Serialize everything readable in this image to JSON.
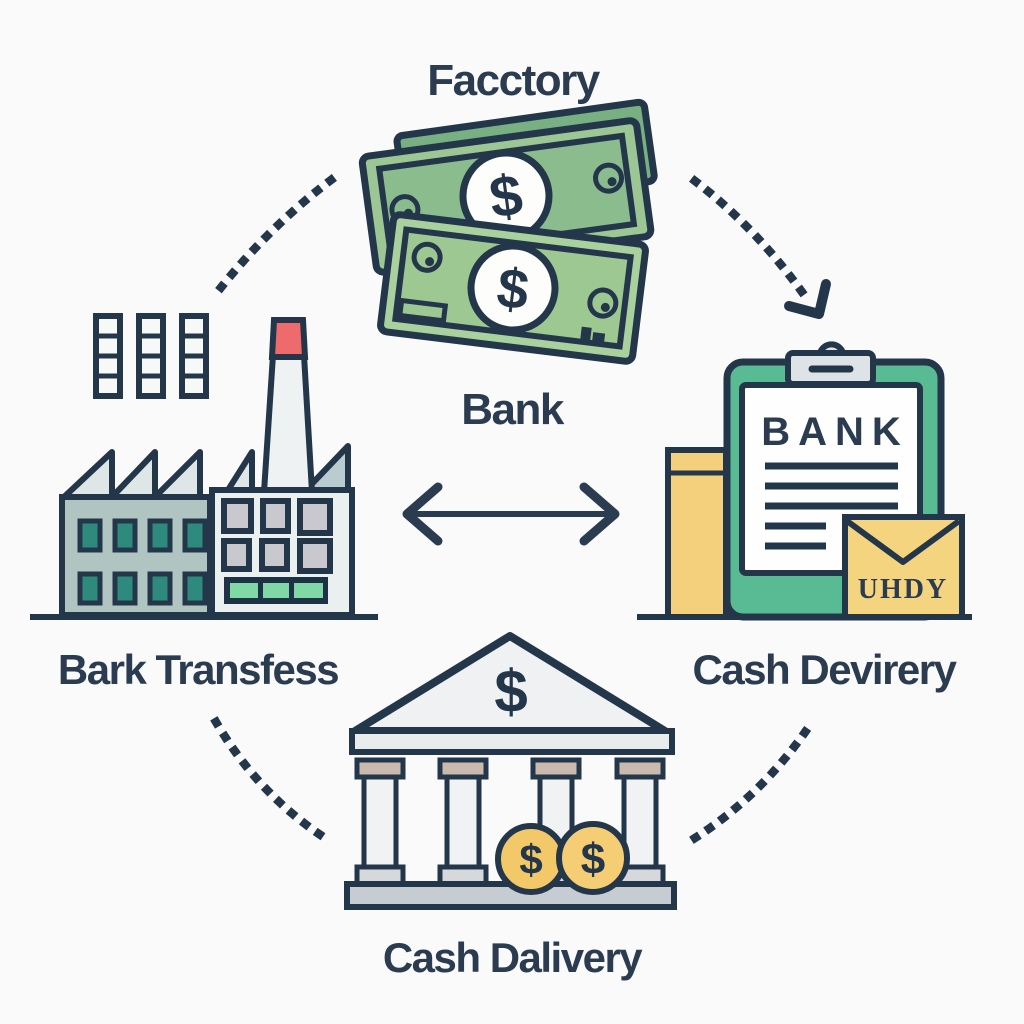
{
  "diagram": {
    "title": "Facctory",
    "currency_symbol": "$",
    "nodes": {
      "money": {
        "label": "Bank",
        "icon": "money-stack-icon"
      },
      "factory": {
        "label": "Bark Transfess",
        "icon": "factory-icon"
      },
      "delivery": {
        "label": "Cash Devirery",
        "icon": "clipboard-icon",
        "document_title": "BANK",
        "envelope_text": "UHDY"
      },
      "bank": {
        "label": "Cash Dalivery",
        "icon": "bank-building-icon"
      }
    },
    "connectors": {
      "top_left": "dotted-arc",
      "top_right": "dotted-arc-with-arrowhead",
      "bottom_left": "dotted-arc",
      "bottom_right": "dotted-arc",
      "center": "double-headed-arrow"
    },
    "colors": {
      "ink": "#24364a",
      "text": "#2b3c50",
      "background": "#fafafa",
      "bill_green": "#8abc8e",
      "bill_green_outer": "#9cc795",
      "bill_green_light": "#a9d19e",
      "bill_green_back": "#79b083",
      "clipboard_teal": "#58bb93",
      "paper_white": "#fdfefd",
      "clip_gray": "#dde3e7",
      "folder_yellow": "#f4d07c",
      "envelope_yellow": "#f5d47f",
      "chimney_red": "#ed6a6d",
      "factory_wall": "#b0c5c1",
      "factory_wall_light": "#eaeff0",
      "window_teal": "#2e8a7c",
      "window_gray": "#c9c8cf",
      "strip_mint": "#7fd8a6",
      "coin_gold": "#f2c868",
      "coin_gold_light": "#f5cd74",
      "stone_gray": "#c6ccd1",
      "capital_tan": "#c9b9ae",
      "roof_gray": "#dfe6e8",
      "roof_blue_gray": "#b9cdd0"
    }
  }
}
